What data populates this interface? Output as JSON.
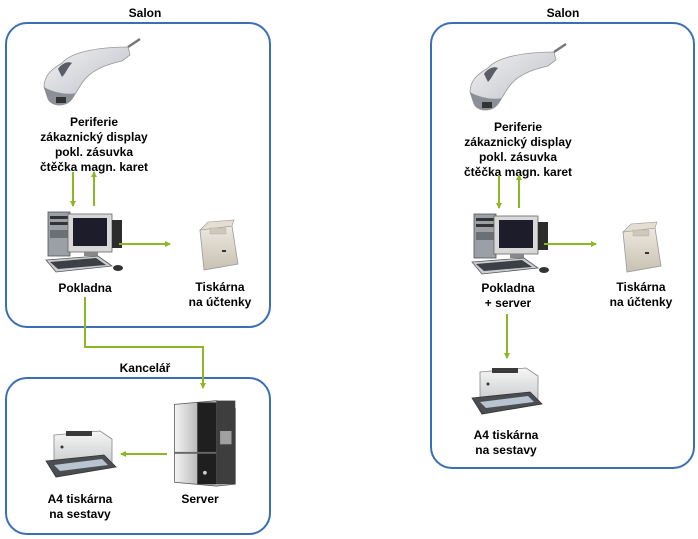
{
  "colors": {
    "box_border": "#3a6fb5",
    "arrow": "#8cb828",
    "text": "#000000"
  },
  "left": {
    "salon": {
      "title": "Salon",
      "peripherals": {
        "icon": "barcode-scanner-icon",
        "lines": [
          "Periferie",
          "zákaznický display",
          "pokl. zásuvka",
          "čtěčka magn. karet"
        ]
      },
      "pos": {
        "icon": "desktop-computer-icon",
        "lines": [
          "Pokladna"
        ]
      },
      "receipt_printer": {
        "icon": "receipt-printer-icon",
        "lines": [
          "Tiskárna",
          "na účtenky"
        ]
      }
    },
    "office": {
      "title": "Kancelář",
      "server": {
        "icon": "tower-server-icon",
        "lines": [
          "Server"
        ]
      },
      "a4_printer": {
        "icon": "laser-printer-icon",
        "lines": [
          "A4 tiskárna",
          "na sestavy"
        ]
      }
    }
  },
  "right": {
    "salon": {
      "title": "Salon",
      "peripherals": {
        "icon": "barcode-scanner-icon",
        "lines": [
          "Periferie",
          "zákaznický display",
          "pokl. zásuvka",
          "čtěčka magn. karet"
        ]
      },
      "pos": {
        "icon": "desktop-computer-icon",
        "lines": [
          "Pokladna",
          "+ server"
        ]
      },
      "receipt_printer": {
        "icon": "receipt-printer-icon",
        "lines": [
          "Tiskárna",
          "na účtenky"
        ]
      },
      "a4_printer": {
        "icon": "laser-printer-icon",
        "lines": [
          "A4 tiskárna",
          "na sestavy"
        ]
      }
    }
  }
}
